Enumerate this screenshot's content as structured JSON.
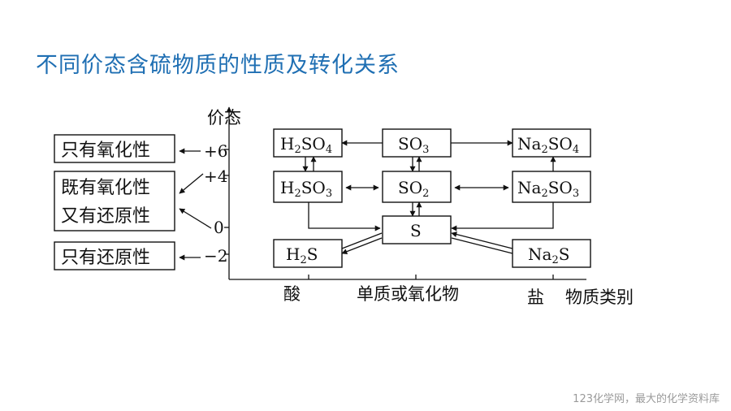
{
  "slide": {
    "title": "不同价态含硫物质的性质及转化关系",
    "footer": "123化学网，最大的化学资料库"
  },
  "axes": {
    "y_title": "价态",
    "x_title": "物质类别",
    "y_ticks": [
      "+6",
      "+4",
      "0",
      "−2"
    ],
    "x_categories": [
      "酸",
      "单质或氧化物",
      "盐"
    ]
  },
  "properties": {
    "ox_only": "只有氧化性",
    "both_line1": "既有氧化性",
    "both_line2": "又有还原性",
    "red_only": "只有还原性"
  },
  "species": {
    "h2so4": {
      "a": "H",
      "sub1": "2",
      "b": "SO",
      "sub2": "4"
    },
    "so3": {
      "a": "SO",
      "sub1": "3"
    },
    "na2so4": {
      "a": "Na",
      "sub1": "2",
      "b": "SO",
      "sub2": "4"
    },
    "h2so3": {
      "a": "H",
      "sub1": "2",
      "b": "SO",
      "sub2": "3"
    },
    "so2": {
      "a": "SO",
      "sub1": "2"
    },
    "na2so3": {
      "a": "Na",
      "sub1": "2",
      "b": "SO",
      "sub2": "3"
    },
    "s": {
      "a": "S"
    },
    "h2s": {
      "a": "H",
      "sub1": "2",
      "b": "S"
    },
    "na2s": {
      "a": "Na",
      "sub1": "2",
      "b": "S"
    }
  }
}
